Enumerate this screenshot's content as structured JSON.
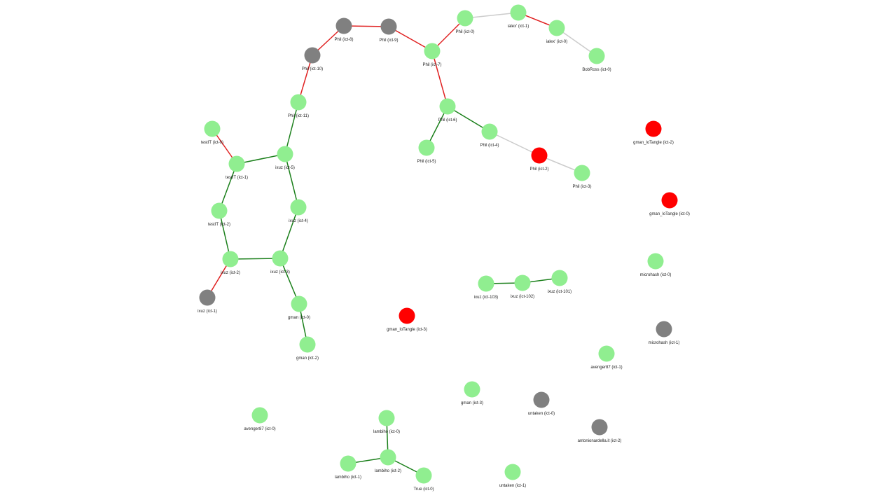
{
  "colors": {
    "active": "#90ee90",
    "inactive": "#808080",
    "alert": "#ff0000",
    "edge_green": "#1a7f1a",
    "edge_red": "#e02020",
    "edge_gray": "#cccccc"
  },
  "nodes": [
    {
      "id": "phil8",
      "label": "Phil (ict-8)",
      "status": "inactive"
    },
    {
      "id": "phil9",
      "label": "Phil (ict-9)",
      "status": "inactive"
    },
    {
      "id": "phil0",
      "label": "Phil (ict-0)",
      "status": "active"
    },
    {
      "id": "ialex1",
      "label": "ialex' (ict-1)",
      "status": "active"
    },
    {
      "id": "ialex0",
      "label": "ialex' (ict-0)",
      "status": "active"
    },
    {
      "id": "bobross0",
      "label": "BobRoss (ict-0)",
      "status": "active"
    },
    {
      "id": "phil10",
      "label": "Phil (ict-10)",
      "status": "inactive"
    },
    {
      "id": "phil7",
      "label": "Phil (ict-7)",
      "status": "active"
    },
    {
      "id": "phil11",
      "label": "Phil (ict-11)",
      "status": "active"
    },
    {
      "id": "phil6",
      "label": "Phil (ict-6)",
      "status": "active"
    },
    {
      "id": "gman_lt2",
      "label": "gman_loTangle (ict-2)",
      "status": "alert"
    },
    {
      "id": "testit0",
      "label": "testIT (ict-0)",
      "status": "active"
    },
    {
      "id": "phil4",
      "label": "Phil (ict-4)",
      "status": "active"
    },
    {
      "id": "phil5",
      "label": "Phil (ict-5)",
      "status": "active"
    },
    {
      "id": "ixuz5",
      "label": "ixuz (ict-5)",
      "status": "active"
    },
    {
      "id": "phil2",
      "label": "Phil (ict-2)",
      "status": "alert"
    },
    {
      "id": "testit1",
      "label": "testIT (ict-1)",
      "status": "active"
    },
    {
      "id": "phil3",
      "label": "Phil (ict-3)",
      "status": "active"
    },
    {
      "id": "gman_lt0",
      "label": "gman_loTangle (ict-0)",
      "status": "alert"
    },
    {
      "id": "ixuz4",
      "label": "ixuz (ict-4)",
      "status": "active"
    },
    {
      "id": "testit2",
      "label": "testIT (ict-2)",
      "status": "active"
    },
    {
      "id": "ixuz2",
      "label": "ixuz (ict-2)",
      "status": "active"
    },
    {
      "id": "ixuz3",
      "label": "ixuz (ict-3)",
      "status": "active"
    },
    {
      "id": "microhash0",
      "label": "microhash (ict-0)",
      "status": "active"
    },
    {
      "id": "ixuz101",
      "label": "ixuz (ict-101)",
      "status": "active"
    },
    {
      "id": "ixuz103",
      "label": "ixuz (ict-103)",
      "status": "active"
    },
    {
      "id": "ixuz102",
      "label": "ixuz (ict-102)",
      "status": "active"
    },
    {
      "id": "ixuz1",
      "label": "ixuz (ict-1)",
      "status": "inactive"
    },
    {
      "id": "gman0",
      "label": "gman (ict-0)",
      "status": "active"
    },
    {
      "id": "gman_lt3",
      "label": "gman_loTangle (ict-3)",
      "status": "alert"
    },
    {
      "id": "microhash1",
      "label": "microhash (ict-1)",
      "status": "inactive"
    },
    {
      "id": "gman2",
      "label": "gman (ict-2)",
      "status": "active"
    },
    {
      "id": "avenger1",
      "label": "avenger87 (ict-1)",
      "status": "active"
    },
    {
      "id": "gman3",
      "label": "gman (ict-3)",
      "status": "active"
    },
    {
      "id": "untaken0",
      "label": "untaken (ict-0)",
      "status": "inactive"
    },
    {
      "id": "avenger0",
      "label": "avenger87 (ict-0)",
      "status": "active"
    },
    {
      "id": "lambiho0",
      "label": "lambiho (ict-0)",
      "status": "active"
    },
    {
      "id": "antonio2",
      "label": "antonionardella.it (ict-2)",
      "status": "inactive"
    },
    {
      "id": "lambiho2",
      "label": "lambiho (ict-2)",
      "status": "active"
    },
    {
      "id": "lambiho1",
      "label": "lambiho (ict-1)",
      "status": "active"
    },
    {
      "id": "true0",
      "label": "True (ict-0)",
      "status": "active"
    },
    {
      "id": "untaken1",
      "label": "untaken (ict-1)",
      "status": "active"
    }
  ],
  "edges": [
    {
      "source": "phil10",
      "target": "phil8",
      "kind": "red"
    },
    {
      "source": "phil8",
      "target": "phil9",
      "kind": "red"
    },
    {
      "source": "phil9",
      "target": "phil7",
      "kind": "red"
    },
    {
      "source": "phil7",
      "target": "phil0",
      "kind": "red"
    },
    {
      "source": "phil0",
      "target": "ialex1",
      "kind": "gray"
    },
    {
      "source": "ialex1",
      "target": "ialex0",
      "kind": "red"
    },
    {
      "source": "ialex0",
      "target": "bobross0",
      "kind": "gray"
    },
    {
      "source": "phil7",
      "target": "phil6",
      "kind": "red"
    },
    {
      "source": "phil6",
      "target": "phil5",
      "kind": "green"
    },
    {
      "source": "phil6",
      "target": "phil4",
      "kind": "green"
    },
    {
      "source": "phil4",
      "target": "phil2",
      "kind": "gray"
    },
    {
      "source": "phil2",
      "target": "phil3",
      "kind": "gray"
    },
    {
      "source": "phil10",
      "target": "phil11",
      "kind": "red"
    },
    {
      "source": "phil11",
      "target": "ixuz5",
      "kind": "green"
    },
    {
      "source": "testit0",
      "target": "testit1",
      "kind": "red"
    },
    {
      "source": "testit1",
      "target": "ixuz5",
      "kind": "green"
    },
    {
      "source": "ixuz5",
      "target": "ixuz4",
      "kind": "green"
    },
    {
      "source": "testit1",
      "target": "testit2",
      "kind": "green"
    },
    {
      "source": "testit2",
      "target": "ixuz2",
      "kind": "green"
    },
    {
      "source": "ixuz4",
      "target": "ixuz3",
      "kind": "green"
    },
    {
      "source": "ixuz2",
      "target": "ixuz3",
      "kind": "green"
    },
    {
      "source": "ixuz2",
      "target": "ixuz1",
      "kind": "red"
    },
    {
      "source": "ixuz3",
      "target": "gman0",
      "kind": "green"
    },
    {
      "source": "gman0",
      "target": "gman2",
      "kind": "green"
    },
    {
      "source": "ixuz103",
      "target": "ixuz102",
      "kind": "green"
    },
    {
      "source": "ixuz102",
      "target": "ixuz101",
      "kind": "green"
    },
    {
      "source": "lambiho0",
      "target": "lambiho2",
      "kind": "green"
    },
    {
      "source": "lambiho2",
      "target": "lambiho1",
      "kind": "green"
    },
    {
      "source": "lambiho2",
      "target": "true0",
      "kind": "green"
    }
  ]
}
